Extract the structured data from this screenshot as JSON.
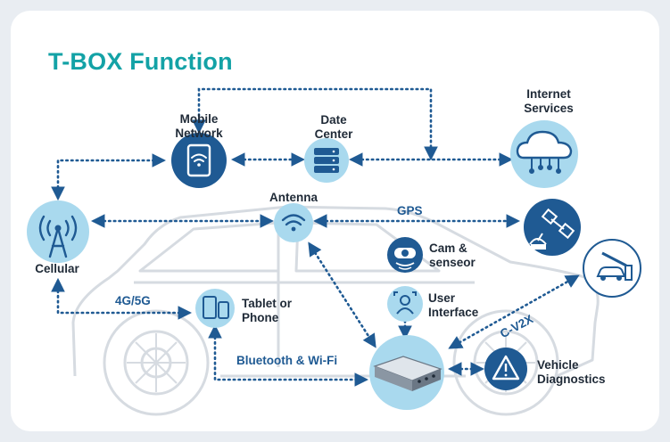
{
  "title": "T-BOX Function",
  "nodes": {
    "mobile_network": [
      "Mobile",
      "Network"
    ],
    "date_center": [
      "Date",
      "Center"
    ],
    "internet_services": [
      "Internet",
      "Services"
    ],
    "cellular": "Cellular",
    "antenna": "Antenna",
    "cam_sensor": [
      "Cam &",
      "senseor"
    ],
    "user_interface": [
      "User",
      "Interface"
    ],
    "tablet_phone": [
      "Tablet or",
      "Phone"
    ],
    "vehicle_diagnostics": [
      "Vehicle",
      "Diagnostics"
    ]
  },
  "links": {
    "gps": "GPS",
    "g45": "4G/5G",
    "bt_wifi": "Bluetooth & Wi-Fi",
    "cv2x": "C-V2X"
  },
  "colors": {
    "dark_blue": "#1f5a93",
    "light_blue": "#a9d9ee",
    "teal": "#13a2a6",
    "car_outline": "#d6dbe1"
  }
}
